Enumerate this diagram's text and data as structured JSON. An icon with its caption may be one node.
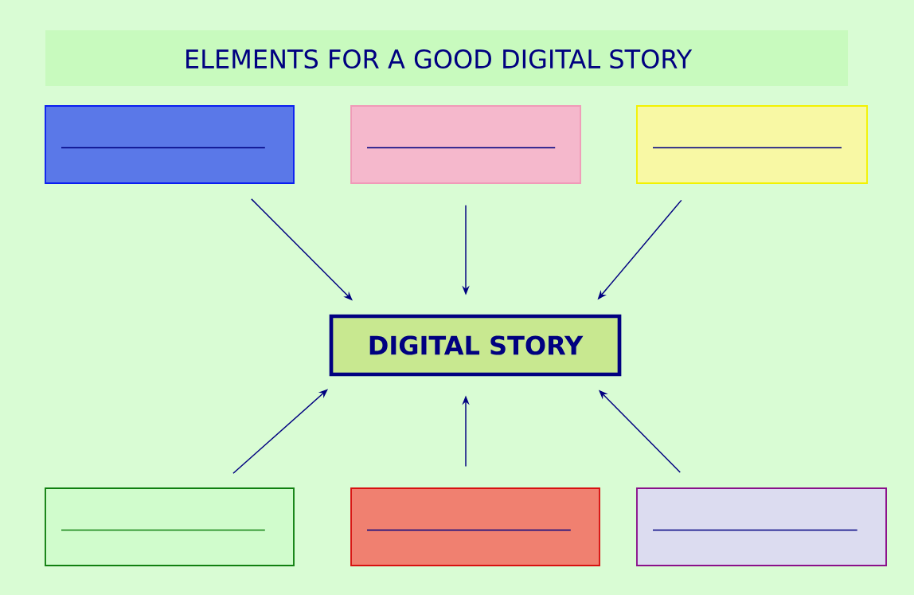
{
  "diagram": {
    "title": "ELEMENTS FOR A GOOD DIGITAL STORY",
    "nodes": [
      {
        "text": [],
        "shape": "box"
      },
      {
        "text": [],
        "shape": "box"
      },
      {
        "text": [],
        "shape": "box"
      },
      {
        "text": [],
        "shape": "box"
      },
      {
        "text": [],
        "shape": "box"
      },
      {
        "text": [],
        "shape": "box"
      },
      {
        "text": [
          "DIGITAL STORY"
        ]
      }
    ],
    "edges": [
      {
        "from": 0,
        "to": 6,
        "arrow": "to"
      },
      {
        "from": 1,
        "to": 6,
        "arrow": "to"
      },
      {
        "from": 2,
        "to": 6,
        "arrow": "to"
      },
      {
        "from": 3,
        "to": 6,
        "arrow": "to"
      },
      {
        "from": 4,
        "to": 6,
        "arrow": "to"
      },
      {
        "from": 5,
        "to": 6,
        "arrow": "to"
      }
    ]
  }
}
